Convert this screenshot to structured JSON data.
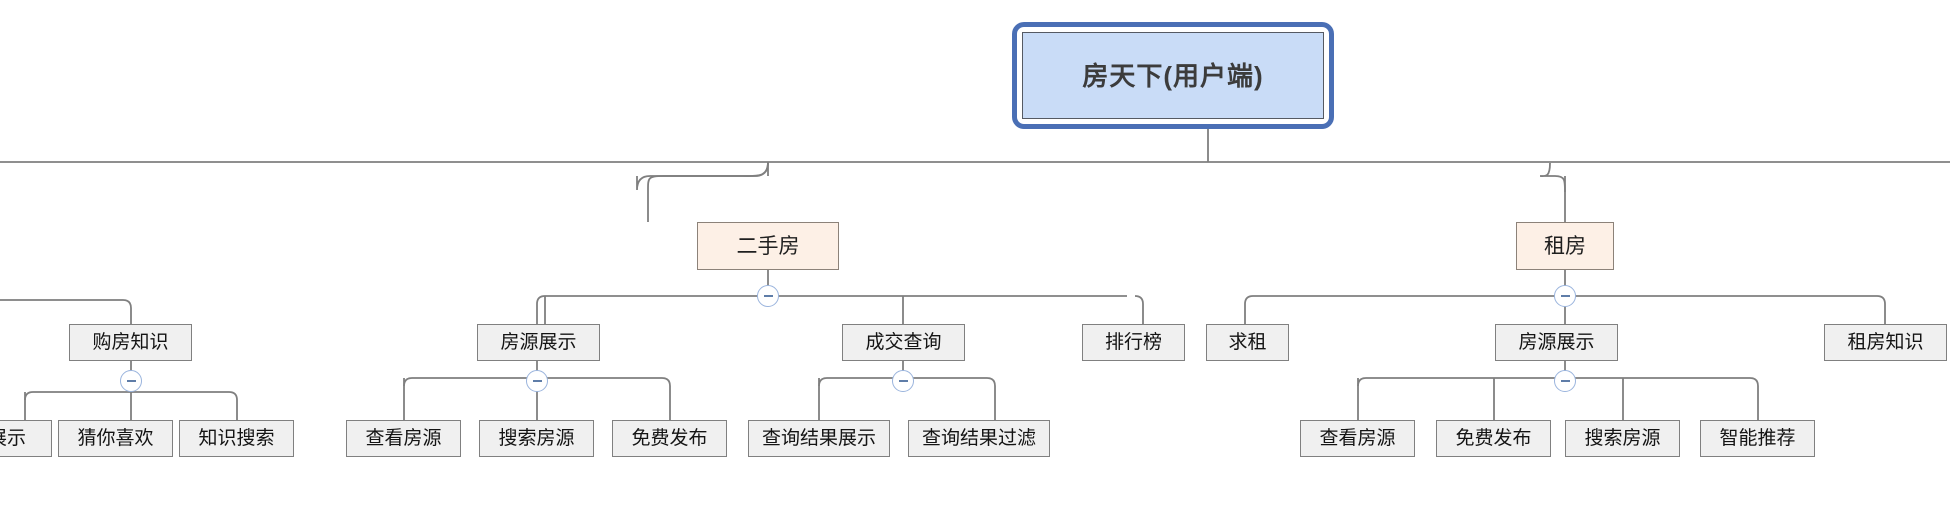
{
  "diagram": {
    "type": "tree-mindmap",
    "title": "房天下(用户端)",
    "orientation": "top-down",
    "colors": {
      "root_fill": "#c9dcf7",
      "root_border": "#555a63",
      "selection": "#4a6fb5",
      "level2_fill": "#fdf0e6",
      "level2_border": "#8c8279",
      "level3_fill": "#f0f0f0",
      "level3_border": "#808080",
      "connector": "#7f7f7f",
      "toggle_border": "#9ab4dd"
    },
    "root": {
      "label": "房天下(用户端)"
    },
    "level2": [
      {
        "label": "二手房",
        "toggle": "collapse-minus"
      },
      {
        "label": "租房",
        "toggle": "collapse-minus"
      }
    ],
    "level3": [
      {
        "label": "购房知识",
        "toggle": "collapse-minus"
      },
      {
        "label": "房源展示",
        "toggle": "collapse-minus"
      },
      {
        "label": "成交查询",
        "toggle": "collapse-minus"
      },
      {
        "label": "排行榜",
        "toggle": null
      },
      {
        "label": "求租",
        "toggle": null
      },
      {
        "label": "房源展示",
        "toggle": "collapse-minus"
      },
      {
        "label": "租房知识",
        "toggle": null
      }
    ],
    "leaves": [
      {
        "label": "展示"
      },
      {
        "label": "猜你喜欢"
      },
      {
        "label": "知识搜索"
      },
      {
        "label": "查看房源"
      },
      {
        "label": "搜索房源"
      },
      {
        "label": "免费发布"
      },
      {
        "label": "查询结果展示"
      },
      {
        "label": "查询结果过滤"
      },
      {
        "label": "查看房源"
      },
      {
        "label": "免费发布"
      },
      {
        "label": "搜索房源"
      },
      {
        "label": "智能推荐"
      }
    ],
    "toggle_symbol": "−"
  }
}
